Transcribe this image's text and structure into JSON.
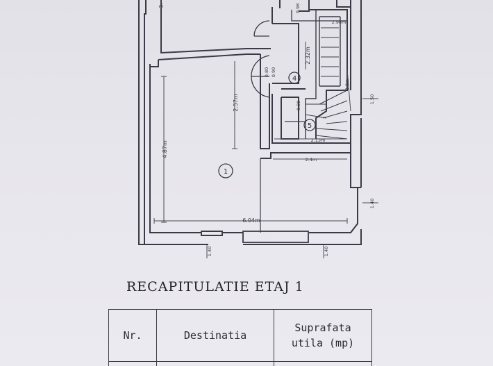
{
  "floor_plan": {
    "dimensions": {
      "top_wall_left": "3.",
      "room1_depth": "4.87m",
      "room1_inner": "2.57m",
      "room1_width": "6.04m",
      "room4_depth": "2.32m",
      "room4_door": "0.80",
      "room4_closet": "0.90",
      "top_corridor": "2.98m",
      "top_corner": "0.98",
      "stair_depth": "3.0m",
      "room5_width": "2.13m",
      "room5_door": "0.80",
      "bottom_width": "2.4m",
      "window_right_top": "1.50",
      "window_right_mid": "1.40",
      "window_bottom_left": "1.40",
      "window_bottom_right": "1.40"
    },
    "rooms": [
      {
        "number": "1"
      },
      {
        "number": "4"
      },
      {
        "number": "5"
      }
    ]
  },
  "summary": {
    "title": "RECAPITULATIE ETAJ 1",
    "table": {
      "headers": {
        "nr": "Nr.",
        "destinatia": "Destinatia",
        "suprafata_line1": "Suprafata",
        "suprafata_line2": "utila (mp)"
      }
    }
  }
}
